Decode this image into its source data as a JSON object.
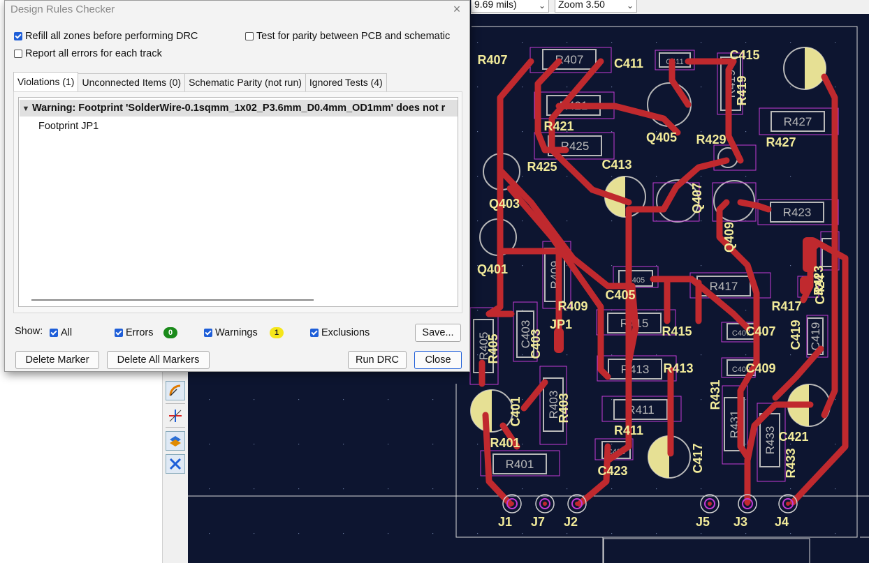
{
  "top_toolbar": {
    "grid_value": "9.69 mils)",
    "zoom_value": "Zoom 3.50"
  },
  "dialog": {
    "title": "Design Rules Checker",
    "refill_zones": {
      "label": "Refill all zones before performing DRC",
      "checked": true
    },
    "report_all_errors": {
      "label": "Report all errors for each track",
      "checked": false
    },
    "test_parity": {
      "label": "Test for parity between PCB and schematic",
      "checked": false
    },
    "tabs": [
      {
        "label": "Violations (1)",
        "active": true
      },
      {
        "label": "Unconnected Items (0)",
        "active": false
      },
      {
        "label": "Schematic Parity (not run)",
        "active": false
      },
      {
        "label": "Ignored Tests (4)",
        "active": false
      }
    ],
    "violation": {
      "text": "Warning: Footprint 'SolderWire-0.1sqmm_1x02_P3.6mm_D0.4mm_OD1mm' does not r",
      "child": "Footprint JP1"
    },
    "show": {
      "label": "Show:",
      "all": "All",
      "errors": "Errors",
      "errors_count": "0",
      "warnings": "Warnings",
      "warnings_count": "1",
      "exclusions": "Exclusions"
    },
    "buttons": {
      "save": "Save...",
      "delete_marker": "Delete Marker",
      "delete_all_markers": "Delete All Markers",
      "run_drc": "Run DRC",
      "close": "Close"
    }
  },
  "colors": {
    "board_bg": "#0d1530",
    "track": "#c0292e",
    "silk": "#f2eb9a",
    "courtyard": "#c23bd6",
    "fab": "#b8b8b8",
    "accent": "#1e5ed8"
  },
  "pcb": {
    "labels": [
      "R407",
      "C411",
      "C415",
      "R419",
      "R421",
      "Q405",
      "R427",
      "R429",
      "R425",
      "C413",
      "Q403",
      "Q407",
      "Q409",
      "R423",
      "Q401",
      "R409",
      "C405",
      "R417",
      "C424",
      "R405",
      "C403",
      "JP1",
      "R415",
      "C407",
      "C419",
      "R413",
      "C409",
      "R431",
      "C401",
      "R403",
      "R411",
      "C421",
      "R401",
      "C423",
      "C417",
      "R433",
      "J1",
      "J7",
      "J2",
      "J5",
      "J3",
      "J4"
    ]
  }
}
